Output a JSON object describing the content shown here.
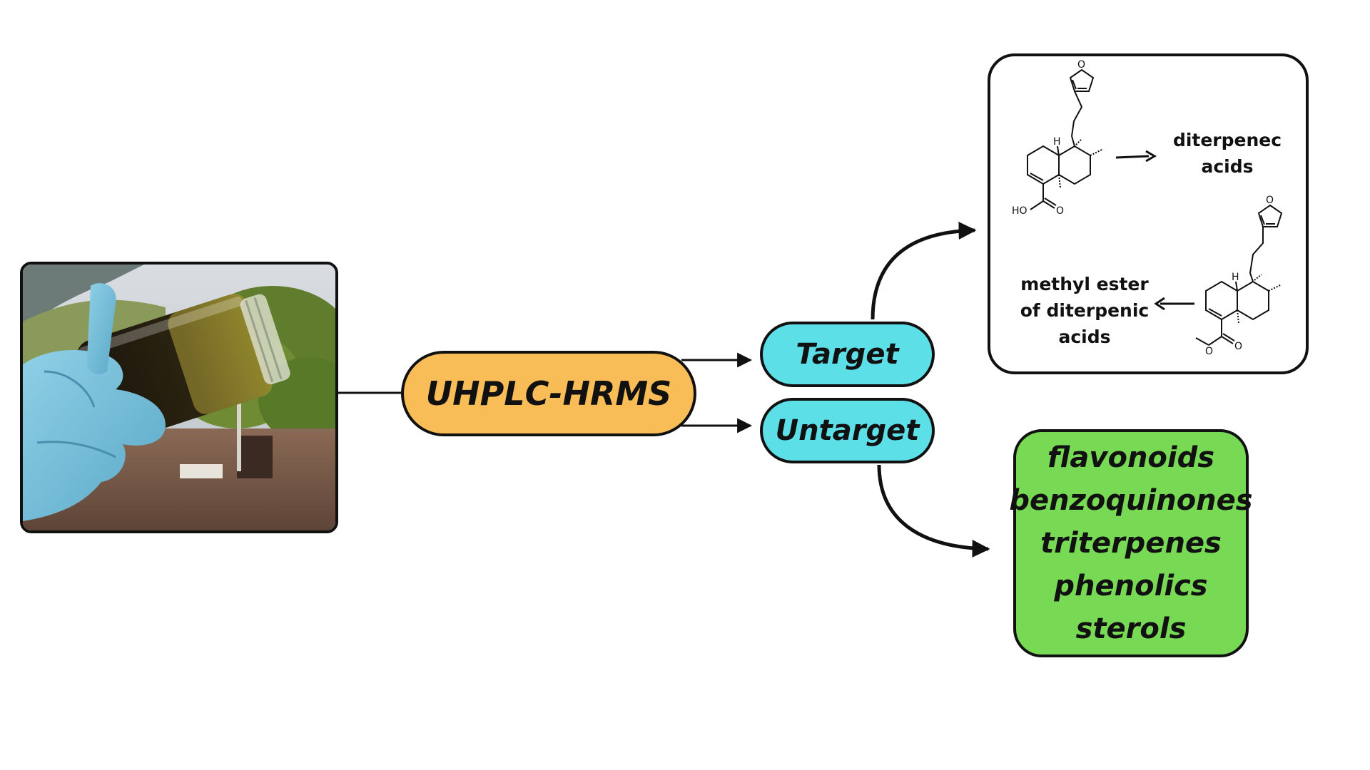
{
  "photo": {
    "subject": "gloved hand holding glass jar of dark oleoresin outdoors"
  },
  "technique": {
    "label": "UHPLC-HRMS",
    "color": "#f8bd57"
  },
  "branches": {
    "target_label": "Target",
    "untarget_label": "Untarget",
    "color": "#5ddfe8"
  },
  "target_results": {
    "acid_label_line1": "diterpenec",
    "acid_label_line2": "acids",
    "ester_label_line1": "methyl ester",
    "ester_label_line2": "of diterpenic",
    "ester_label_line3": "acids",
    "atom_ho": "HO",
    "atom_o": "O",
    "atom_h": "H"
  },
  "untarget_results": {
    "color": "#78d955",
    "classes": [
      "flavonoids",
      "benzoquinones",
      "triterpenes",
      "phenolics",
      "sterols"
    ]
  }
}
